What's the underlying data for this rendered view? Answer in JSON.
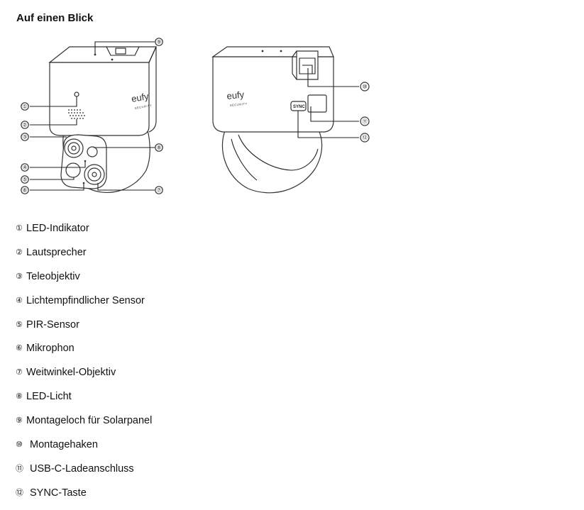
{
  "heading": "Auf einen Blick",
  "front_view": {
    "brand": "eufy",
    "brand_sub": "SECURITY",
    "callouts": [
      "①",
      "②",
      "③",
      "④",
      "⑤",
      "⑥",
      "⑦",
      "⑧",
      "⑨"
    ]
  },
  "back_view": {
    "brand": "eufy",
    "brand_sub": "SECURITY",
    "sync_label": "SYNC",
    "callouts": [
      "⑩",
      "⑪",
      "⑫"
    ]
  },
  "legend": [
    {
      "num": "①",
      "label": "LED-Indikator"
    },
    {
      "num": "②",
      "label": "Lautsprecher"
    },
    {
      "num": "③",
      "label": "Teleobjektiv"
    },
    {
      "num": "④",
      "label": "Lichtempfindlicher Sensor"
    },
    {
      "num": "⑤",
      "label": "PIR-Sensor"
    },
    {
      "num": "⑥",
      "label": "Mikrophon"
    },
    {
      "num": "⑦",
      "label": "Weitwinkel-Objektiv"
    },
    {
      "num": "⑧",
      "label": "LED-Licht"
    },
    {
      "num": "⑨",
      "label": "Montageloch für Solarpanel"
    },
    {
      "num": "⑩",
      "label": "Montagehaken"
    },
    {
      "num": "⑪",
      "label": "USB-C-Ladeanschluss"
    },
    {
      "num": "⑫",
      "label": "SYNC-Taste"
    }
  ]
}
